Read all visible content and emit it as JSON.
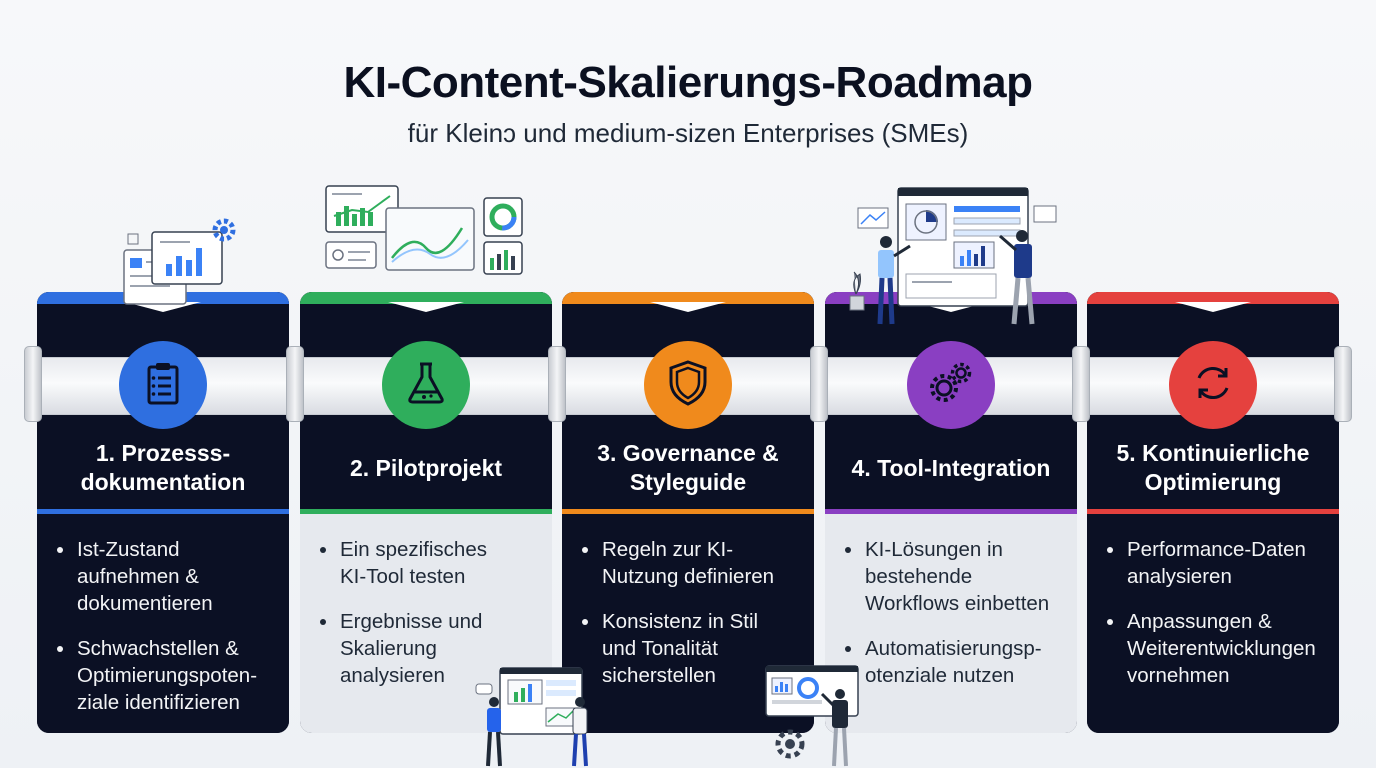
{
  "title": "KI-Content-Skalierungs-Roadmap",
  "subtitle": "für Kleinɔ und medium-sizen Enterprises (SMEs)",
  "steps": [
    {
      "heading": "1. Prozesss-\ndokumentation",
      "color": "#2f6fe0",
      "icon": "clipboard-icon",
      "theme": "dark",
      "bullets": [
        "Ist-Zustand\naufnehmen &\ndokumentieren",
        "Schwachstellen &\nOptimierungspoten-\nziale identifizieren"
      ]
    },
    {
      "heading": "2. Pilotprojekt",
      "color": "#2fae5c",
      "icon": "flask-icon",
      "theme": "light",
      "bullets": [
        "Ein spezifisches\nKI-Tool testen",
        "Ergebnisse und\nSkalierung\nanalysieren"
      ]
    },
    {
      "heading": "3. Governance &\nStyleguide",
      "color": "#f08a1c",
      "icon": "shield-icon",
      "theme": "dark",
      "bullets": [
        "Regeln zur KI-\nNutzung definieren",
        "Konsistenz in Stil\nund Tonalität\nsicherstellen"
      ]
    },
    {
      "heading": "4. Tool-Integration",
      "color": "#8a3fc2",
      "icon": "gears-icon",
      "theme": "light",
      "bullets": [
        "KI-Lösungen in\nbestehende\nWorkflows einbetten",
        "Automatisierungsp-\notenziale nutzen"
      ]
    },
    {
      "heading": "5. Kontinuierliche\nOptimierung",
      "color": "#e5413e",
      "icon": "refresh-icon",
      "theme": "dark",
      "bullets": [
        "Performance-Daten\nanalysieren",
        "Anpassungen &\nWeiterentwicklungen\nvornehmen"
      ]
    }
  ]
}
